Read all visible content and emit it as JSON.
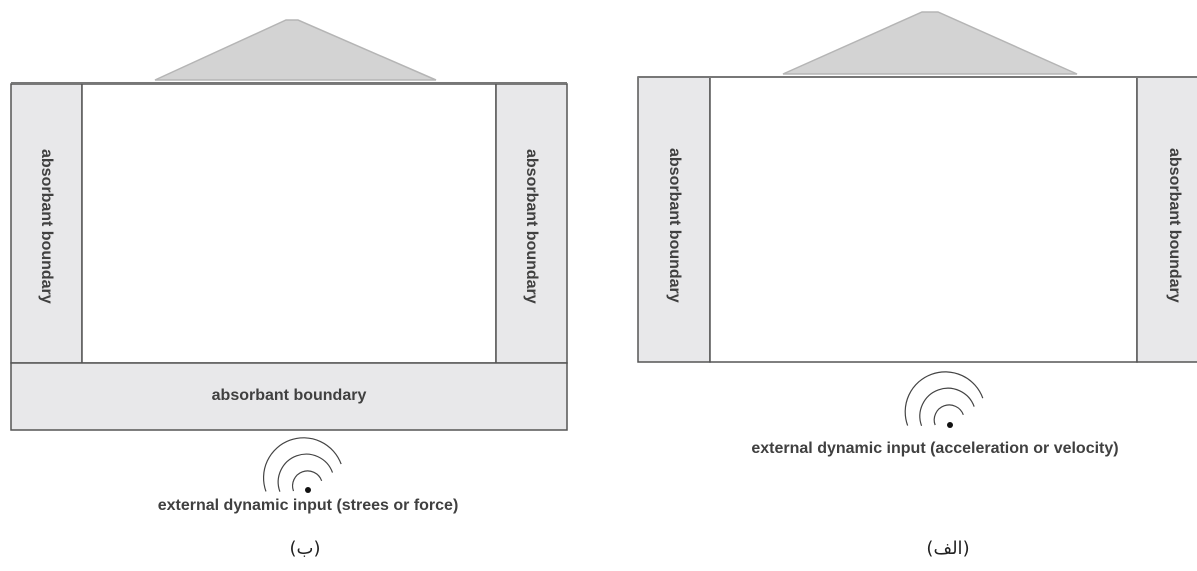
{
  "left_diagram": {
    "left_boundary": "absorbant boundary",
    "right_boundary": "absorbant boundary",
    "bottom_boundary": "absorbant boundary",
    "input_label": "external dynamic input (strees or force)",
    "caption": "(ب)"
  },
  "right_diagram": {
    "left_boundary": "absorbant boundary",
    "right_boundary": "absorbant boundary",
    "input_label": "external dynamic input (acceleration or velocity)",
    "caption": "(الف)"
  },
  "colors": {
    "boundary_fill": "#e8e8ea",
    "roof_fill": "#d3d3d3",
    "stroke": "#555555",
    "text": "#404040"
  }
}
